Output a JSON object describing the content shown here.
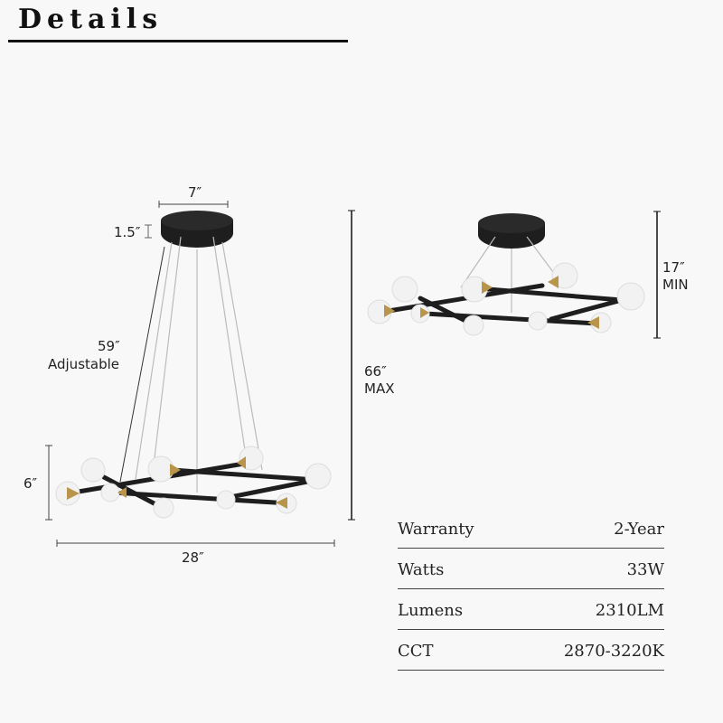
{
  "header": {
    "title": "Details"
  },
  "diagram_left": {
    "canopy_width": "7″",
    "canopy_height": "1.5″",
    "cable_length": "59″",
    "cable_note": "Adjustable",
    "fixture_height": "6″",
    "fixture_width": "28″"
  },
  "diagram_center": {
    "max_height": "66″",
    "max_label": "MAX"
  },
  "diagram_right": {
    "min_height": "17″",
    "min_label": "MIN"
  },
  "specs": [
    {
      "label": "Warranty",
      "value": "2-Year"
    },
    {
      "label": "Watts",
      "value": "33W"
    },
    {
      "label": "Lumens",
      "value": "2310LM"
    },
    {
      "label": "CCT",
      "value": "2870-3220K"
    }
  ],
  "colors": {
    "frame": "#1e1e1e",
    "brass": "#b8954a",
    "shade": "#f2f2f2",
    "background": "#f8f8f8"
  }
}
